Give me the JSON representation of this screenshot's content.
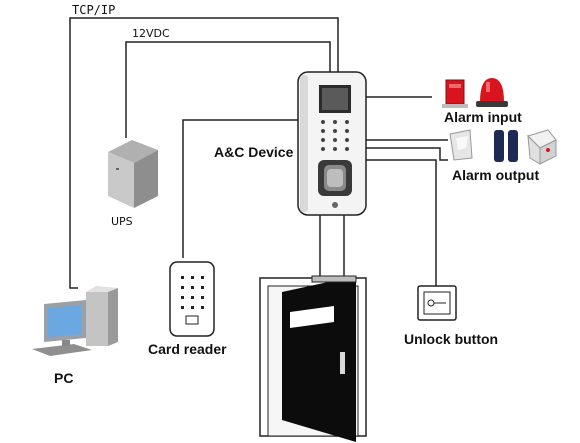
{
  "labels": {
    "tcp_ip": "TCP/IP",
    "vdc": "12VDC",
    "device": "A&C Device",
    "ups": "UPS",
    "pc": "PC",
    "card_reader": "Card reader",
    "alarm_input": "Alarm input",
    "alarm_output": "Alarm output",
    "unlock_button": "Unlock button"
  },
  "colors": {
    "line": "#222222",
    "device_body": "#f2f2f2",
    "alarm_red": "#d8141e",
    "detector_blue": "#1c2a55",
    "door_black": "#0c0c0c",
    "pc_screen": "#6ba7e0"
  },
  "icons": [
    "access-control-device",
    "ups-box",
    "pc-computer",
    "card-reader",
    "door",
    "unlock-button",
    "alarm-siren",
    "alarm-beacon",
    "motion-detector",
    "infrared-beam-detector",
    "smoke-detector"
  ]
}
